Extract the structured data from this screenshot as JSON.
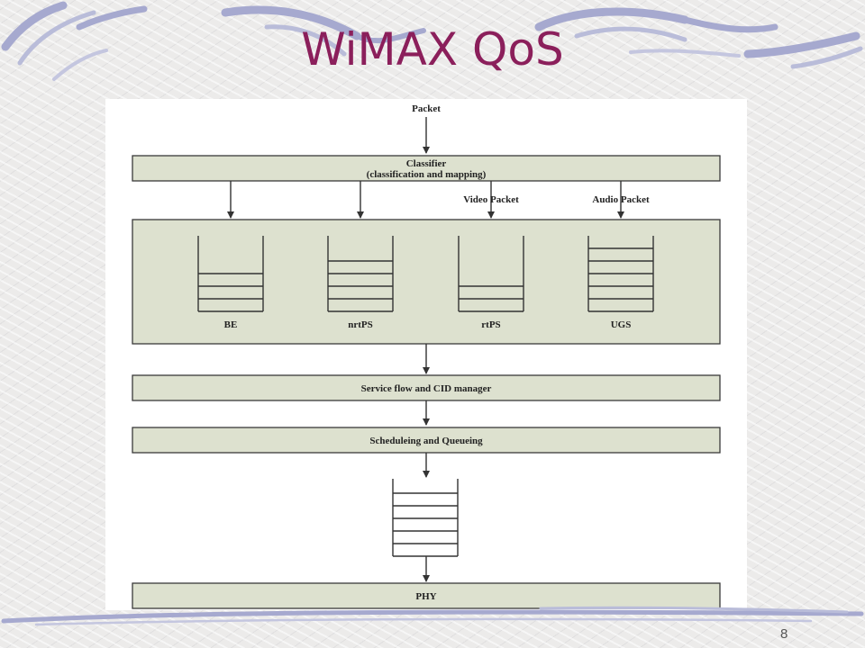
{
  "slide": {
    "title": "WiMAX QoS",
    "page_number": "8"
  },
  "diagram": {
    "input_label": "Packet",
    "classifier": {
      "line1": "Classifier",
      "line2": "(classification and mapping)"
    },
    "video_packet_label": "Video Packet",
    "audio_packet_label": "Audio Packet",
    "queues": [
      {
        "label": "BE"
      },
      {
        "label": "nrtPS"
      },
      {
        "label": "rtPS"
      },
      {
        "label": "UGS"
      }
    ],
    "service_flow_label": "Service flow and CID manager",
    "scheduling_label": "Scheduleing and Queueing",
    "phy_label": "PHY"
  },
  "colors": {
    "title": "#8b1f5b",
    "box_fill": "#dde1cf",
    "decoration": "#a6a9cf"
  }
}
